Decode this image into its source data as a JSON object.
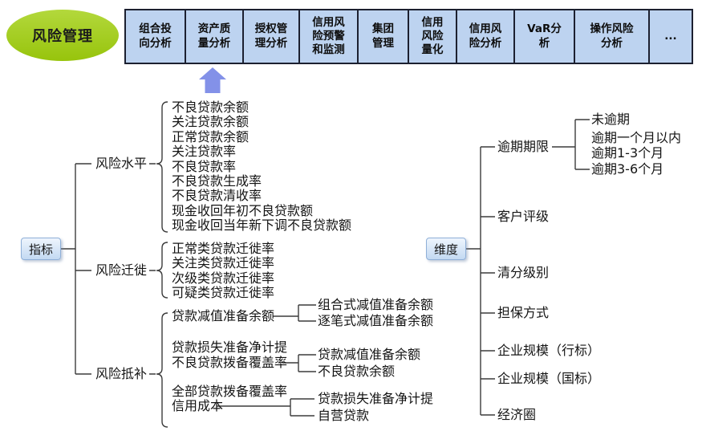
{
  "header": {
    "root_label": "风险管理",
    "modules": [
      {
        "label": "组合投向分析"
      },
      {
        "label": "资产质量分析"
      },
      {
        "label": "授权管理分析"
      },
      {
        "label": "信用风险预警和监测"
      },
      {
        "label": "集团管理"
      },
      {
        "label": "信用风险量化"
      },
      {
        "label": "信用风险分析"
      },
      {
        "label": "VaR分析"
      },
      {
        "label": "操作风险分析"
      },
      {
        "label": "..."
      }
    ]
  },
  "indicator_tree": {
    "root": "指标",
    "branches": [
      {
        "label": "风险水平",
        "items": [
          "不良贷款余额",
          "关注贷款余额",
          "正常贷款余额",
          "关注贷款率",
          "不良贷款率",
          "不良贷款生成率",
          "不良贷款清收率",
          "现金收回年初不良贷款额",
          "现金收回当年新下调不良贷款额"
        ]
      },
      {
        "label": "风险迁徙",
        "items": [
          "正常类贷款迁徙率",
          "关注类贷款迁徙率",
          "次级类贷款迁徙率",
          "可疑类贷款迁徙率"
        ]
      },
      {
        "label": "风险抵补",
        "items": [
          "贷款减值准备余额",
          "贷款损失准备净计提",
          "不良贷款拨备覆盖率",
          "全部贷款拨备覆盖率",
          "信用成本"
        ],
        "subgroups": [
          {
            "items": [
              "组合式减值准备余额",
              "逐笔式减值准备余额"
            ]
          },
          {
            "items": [
              "贷款减值准备余额",
              "不良贷款余额"
            ]
          },
          {
            "items": [
              "贷款损失准备净计提",
              "自营贷款"
            ]
          }
        ]
      }
    ]
  },
  "dimension_tree": {
    "root": "维度",
    "branches": [
      {
        "label": "逾期期限",
        "items": [
          "未逾期",
          "逾期一个月以内",
          "逾期1-3个月",
          "逾期3-6个月"
        ]
      },
      {
        "label": "客户评级"
      },
      {
        "label": "清分级别"
      },
      {
        "label": "担保方式"
      },
      {
        "label": "企业规模（行标）"
      },
      {
        "label": "企业规模（国标）"
      },
      {
        "label": "经济圈"
      }
    ]
  },
  "colors": {
    "ellipse_green_1": "#b3d83c",
    "ellipse_green_2": "#97c40c",
    "module_fill": "#bdd3f0",
    "module_border": "#1c2030",
    "arrow_blue": "#8391e8",
    "node_border": "#8fb0d8",
    "line": "#3c3c3c"
  }
}
